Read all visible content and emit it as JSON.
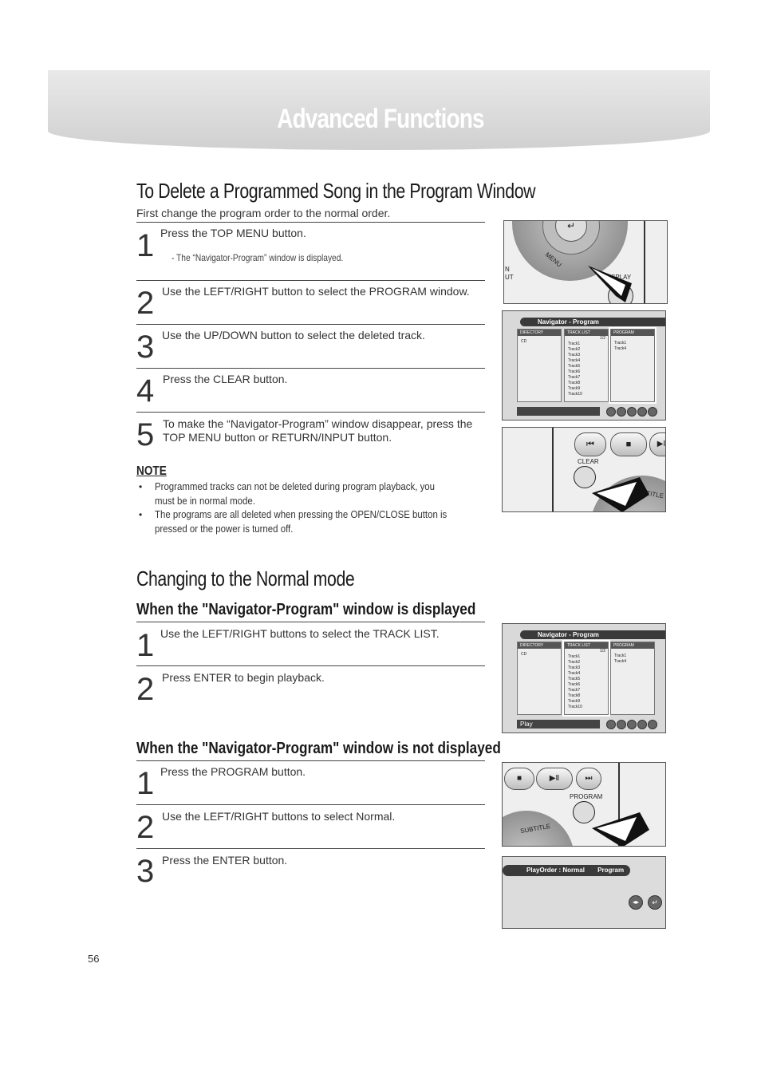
{
  "banner": {
    "title": "Advanced Functions"
  },
  "section1": {
    "heading": "To Delete a Programmed Song in the Program Window",
    "intro": "First change the program order to the normal order.",
    "steps": [
      {
        "num": "1",
        "text": "Press the TOP MENU button.",
        "sub": "- The “Navigator-Program” window is displayed."
      },
      {
        "num": "2",
        "text": "Use the LEFT/RIGHT button to select the PROGRAM window."
      },
      {
        "num": "3",
        "text": "Use the UP/DOWN button to select the deleted track."
      },
      {
        "num": "4",
        "text": "Press the CLEAR button."
      },
      {
        "num": "5",
        "text": "To make the “Navigator-Program” window disappear, press the TOP MENU button or RETURN/INPUT button."
      }
    ],
    "note": {
      "title": "NOTE",
      "bullets": [
        "Programmed tracks can not be deleted during program playback, you must be in normal mode.",
        "The programs are all deleted when pressing the OPEN/CLOSE button is pressed or the power is turned off."
      ]
    }
  },
  "section2": {
    "heading": "Changing to the Normal mode",
    "sub1": {
      "heading": "When the \"Navigator-Program\" window is displayed",
      "steps": [
        {
          "num": "1",
          "text": "Use the LEFT/RIGHT buttons to select the TRACK LIST."
        },
        {
          "num": "2",
          "text": "Press ENTER to begin playback."
        }
      ]
    },
    "sub2": {
      "heading": "When the \"Navigator-Program\" window is not displayed",
      "steps": [
        {
          "num": "1",
          "text": "Press the PROGRAM button."
        },
        {
          "num": "2",
          "text": "Use the LEFT/RIGHT buttons to select  Normal."
        },
        {
          "num": "3",
          "text": "Press the ENTER button."
        }
      ]
    }
  },
  "images": {
    "remote1": {
      "display_label": "DISPLAY",
      "menu_label": "MENU",
      "n_label": "N",
      "ut_label": "UT"
    },
    "navigator": {
      "title": "Navigator - Program",
      "directory": "DIRECTORY",
      "cd": "CD",
      "track_list": "TRACK LIST",
      "page": "1/2",
      "program": "PROGRAM",
      "tracks": [
        "Track1",
        "Track2",
        "Track3",
        "Track4",
        "Track5",
        "Track6",
        "Track7",
        "Track8",
        "Track9",
        "Track10"
      ],
      "program_tracks": [
        "Track1",
        "Track4"
      ],
      "status_play": "Play"
    },
    "remote2": {
      "clear_label": "CLEAR",
      "subtitle_label": "SUBTITLE"
    },
    "remote3": {
      "program_label": "PROGRAM",
      "subtitle_label": "SUBTITLE"
    },
    "playorder": {
      "label": "PlayOrder : Normal",
      "value": "Program"
    }
  },
  "page_number": "56"
}
